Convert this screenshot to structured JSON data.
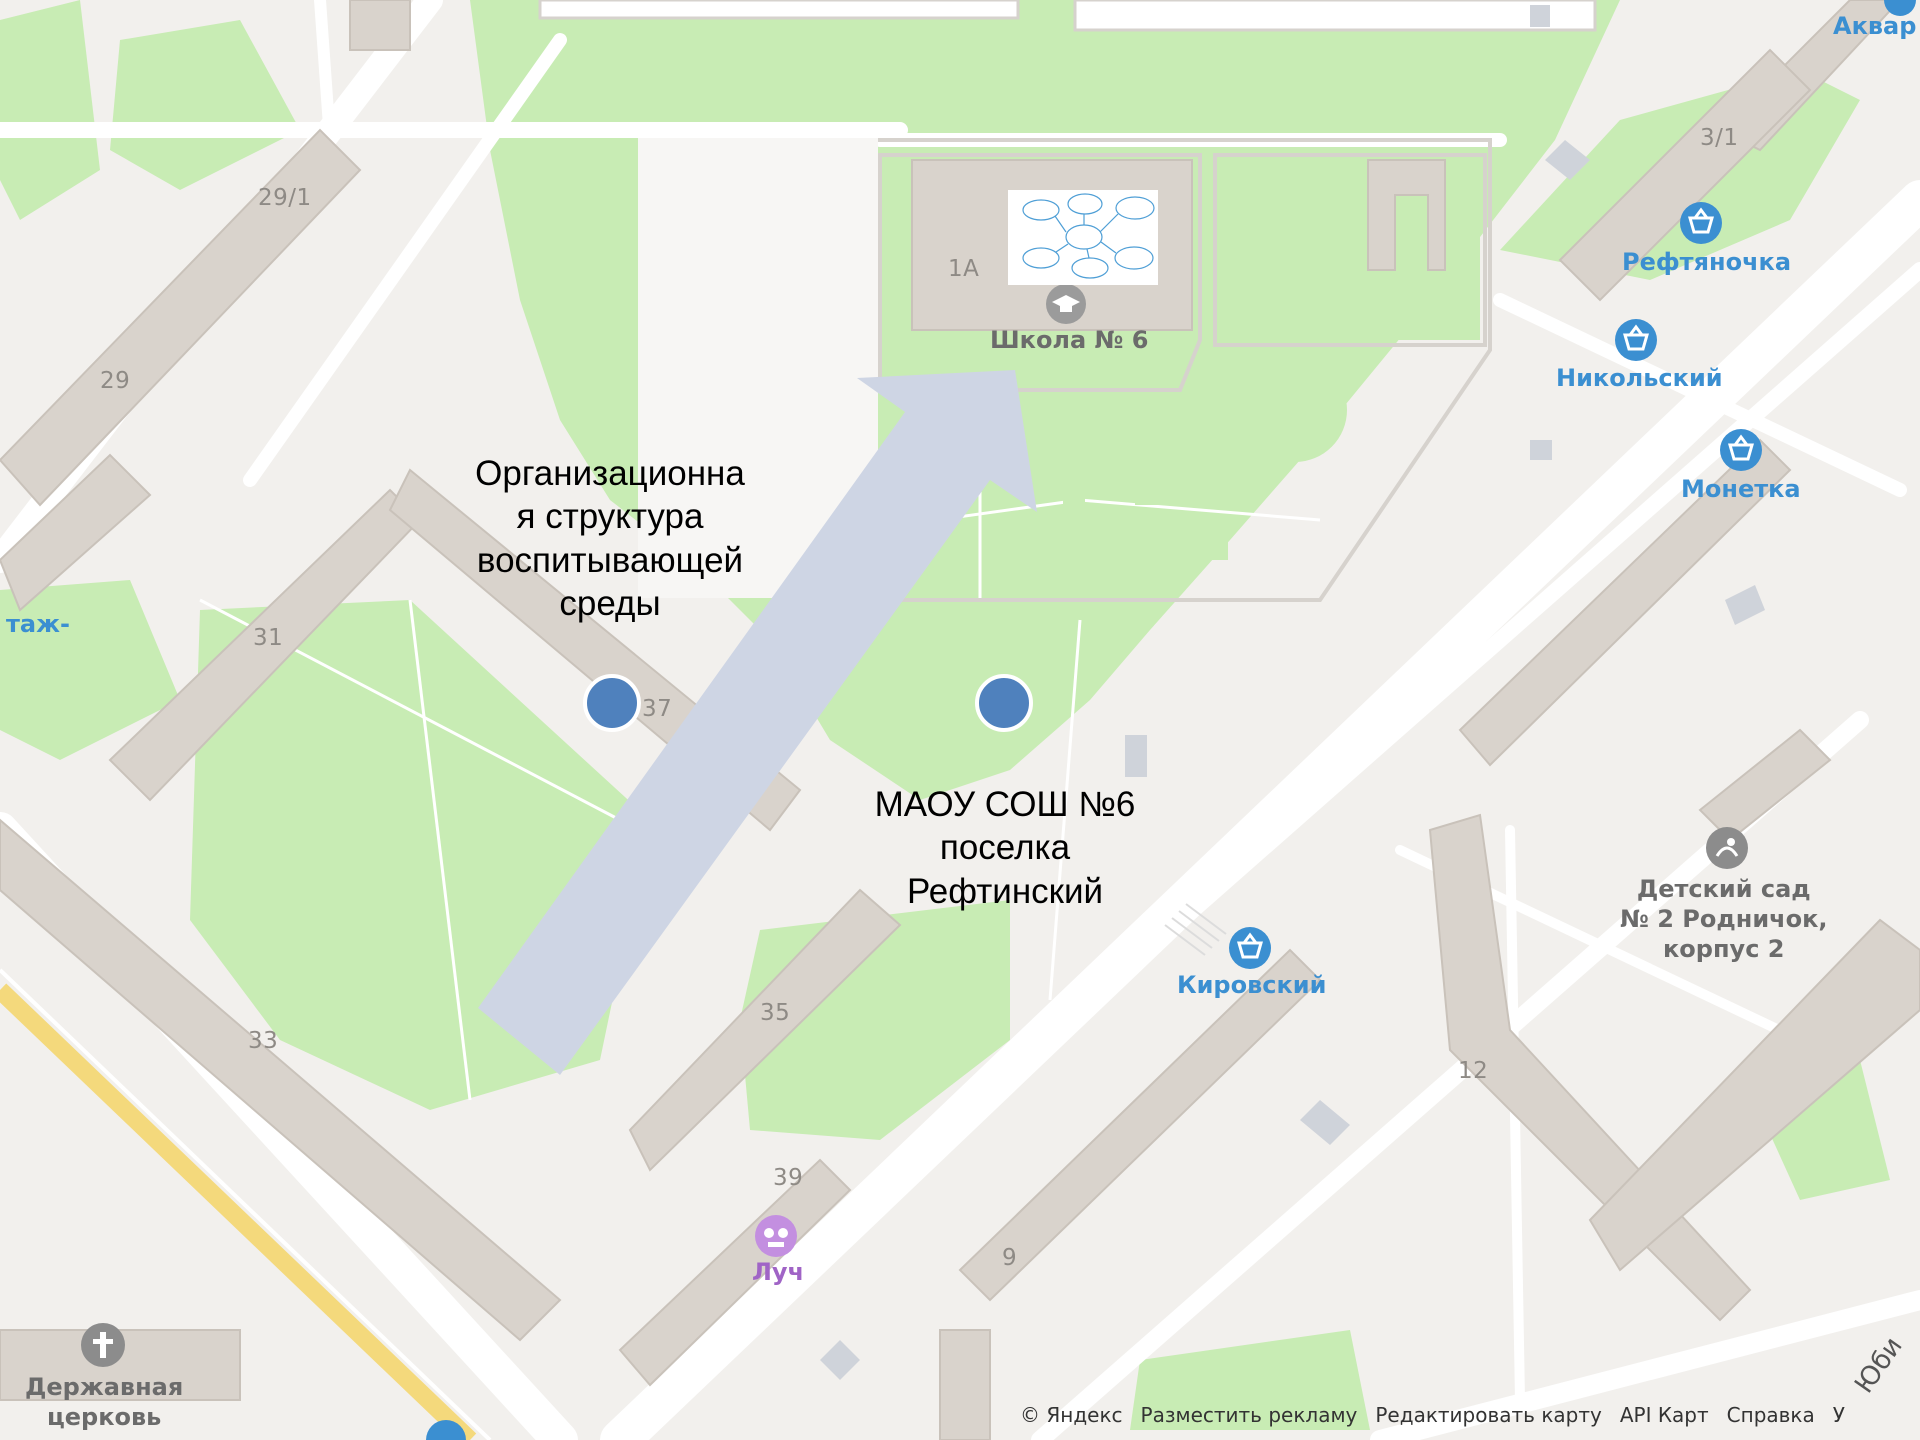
{
  "houses": {
    "h_29_1": "29/1",
    "h_29": "29",
    "h_31": "31",
    "h_37": "37",
    "h_33": "33",
    "h_35": "35",
    "h_39": "39",
    "h_9": "9",
    "h_12": "12",
    "h_3_1": "3/1",
    "h_1a": "1А"
  },
  "pois": {
    "school": "Школа № 6",
    "reftyanochka": "Рефтяночка",
    "nikolsky": "Никольский",
    "monetka": "Монетка",
    "kirovsky": "Кировский",
    "kindergarten": [
      "Детский сад",
      "№ 2 Родничок,",
      "корпус 2"
    ],
    "luch": "Луч",
    "church": [
      "Державная",
      "церковь"
    ],
    "aquar_partial": "Аквар",
    "etazh_partial": "таж-",
    "street_partial": "Юби"
  },
  "overlay": {
    "org_structure": [
      "Организационна",
      "я структура",
      "воспитывающей",
      "среды"
    ],
    "school_name": [
      "МАОУ СОШ №6",
      "поселка",
      "Рефтинский"
    ]
  },
  "footer": {
    "copyright": "© Яндекс",
    "advertise": "Разместить рекламу",
    "edit_map": "Редактировать карту",
    "api": "API Карт",
    "help": "Справка",
    "partial": "У"
  },
  "colors": {
    "green": "#c8ecb4",
    "building": "#d9d3cc",
    "road": "#ffffff",
    "ground": "#f2f0ed",
    "arrow": "#ced5e4",
    "dot": "#4f81bd",
    "poi_blue": "#3b8fd1"
  }
}
